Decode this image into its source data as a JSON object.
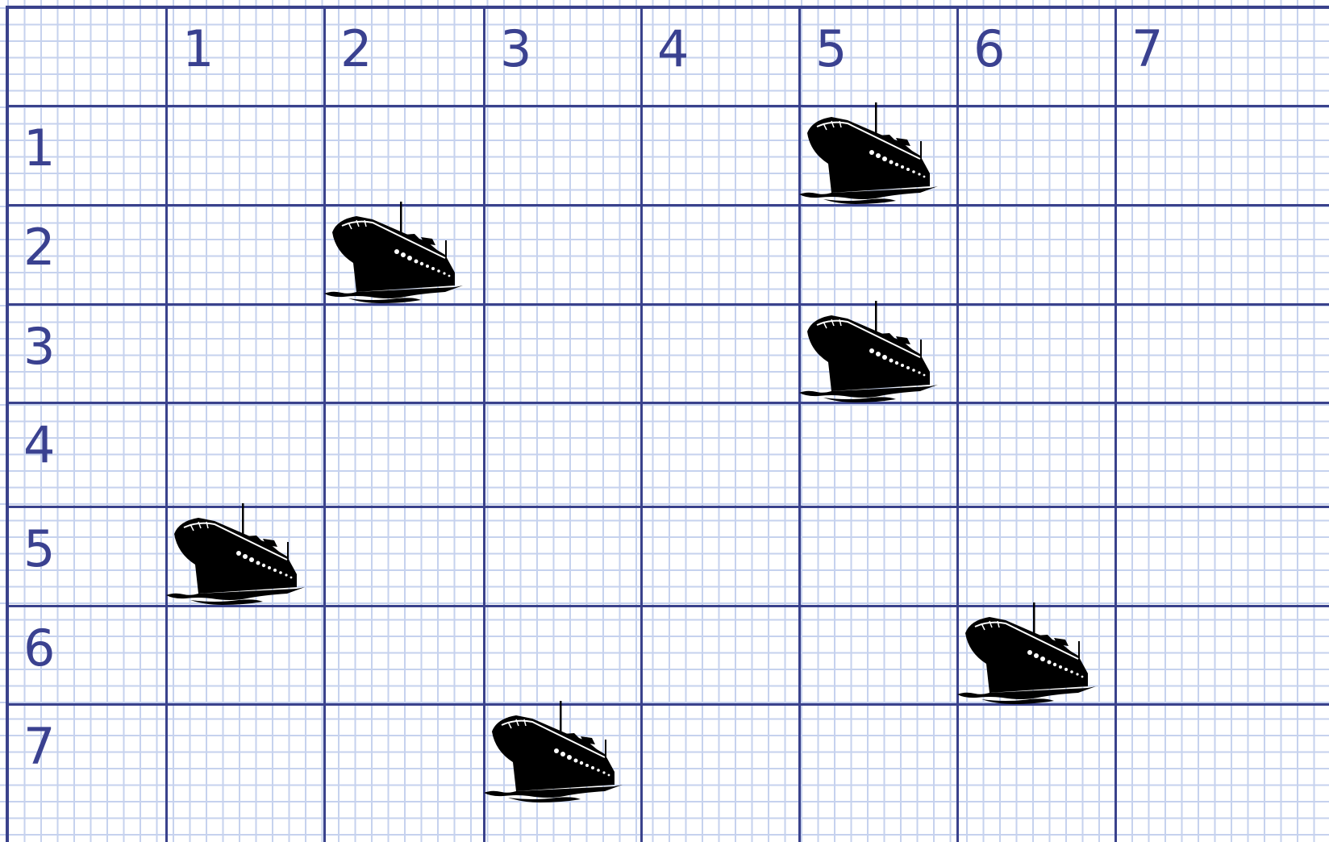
{
  "board": {
    "columns": [
      "1",
      "2",
      "3",
      "4",
      "5",
      "6",
      "7"
    ],
    "rows": [
      "1",
      "2",
      "3",
      "4",
      "5",
      "6",
      "7"
    ],
    "ship_icon": "cruise-ship-icon",
    "ships": [
      {
        "row": 1,
        "col": 5
      },
      {
        "row": 2,
        "col": 2
      },
      {
        "row": 3,
        "col": 5
      },
      {
        "row": 5,
        "col": 1
      },
      {
        "row": 6,
        "col": 6
      },
      {
        "row": 7,
        "col": 3
      }
    ]
  },
  "colors": {
    "major_grid": "#3a428c",
    "minor_grid": "#c6d2ee",
    "label": "#3a4190",
    "ship": "#000000"
  }
}
